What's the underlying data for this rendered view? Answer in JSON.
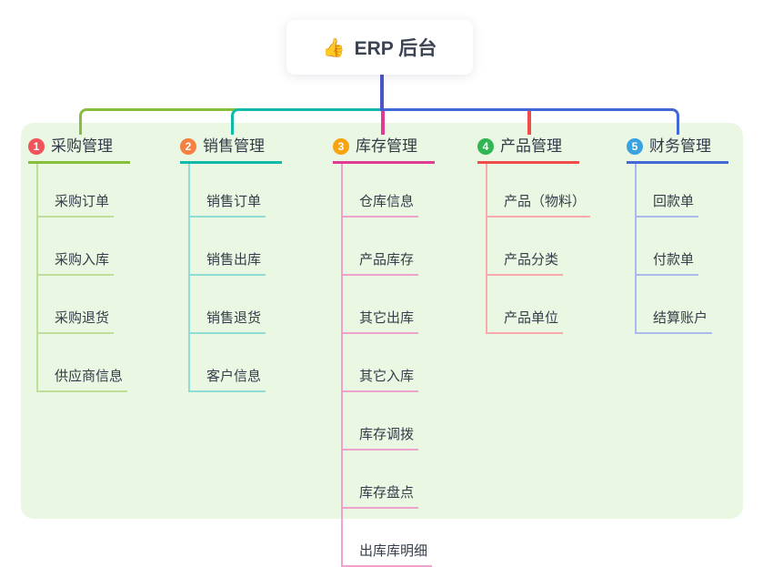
{
  "root": {
    "icon": "thumbs-up-emoji",
    "icon_char": "👍",
    "label": "ERP 后台",
    "line_color": "#4a55c8"
  },
  "canvas": {
    "panel_color": "#eaf7e2",
    "background_color": "#ffffff"
  },
  "branches": [
    {
      "num": "1",
      "title": "采购管理",
      "color": "#86bf3e",
      "color_light": "#bedf98",
      "circle_color": "#f2545b",
      "children": [
        "采购订单",
        "采购入库",
        "采购退货",
        "供应商信息"
      ]
    },
    {
      "num": "2",
      "title": "销售管理",
      "color": "#10b9a8",
      "color_light": "#8fdcd3",
      "circle_color": "#f5803f",
      "children": [
        "销售订单",
        "销售出库",
        "销售退货",
        "客户信息"
      ]
    },
    {
      "num": "3",
      "title": "库存管理",
      "color": "#e13a94",
      "color_light": "#f1a2cc",
      "circle_color": "#f7a410",
      "children": [
        "仓库信息",
        "产品库存",
        "其它出库",
        "其它入库",
        "库存调拨",
        "库存盘点",
        "出库库明细"
      ]
    },
    {
      "num": "4",
      "title": "产品管理",
      "color": "#f04c4c",
      "color_light": "#f8abab",
      "circle_color": "#32b553",
      "children": [
        "产品（物料）",
        "产品分类",
        "产品单位"
      ]
    },
    {
      "num": "5",
      "title": "财务管理",
      "color": "#4268d6",
      "color_light": "#a8bbec",
      "circle_color": "#39a3e0",
      "children": [
        "回款单",
        "付款单",
        "结算账户"
      ]
    }
  ]
}
